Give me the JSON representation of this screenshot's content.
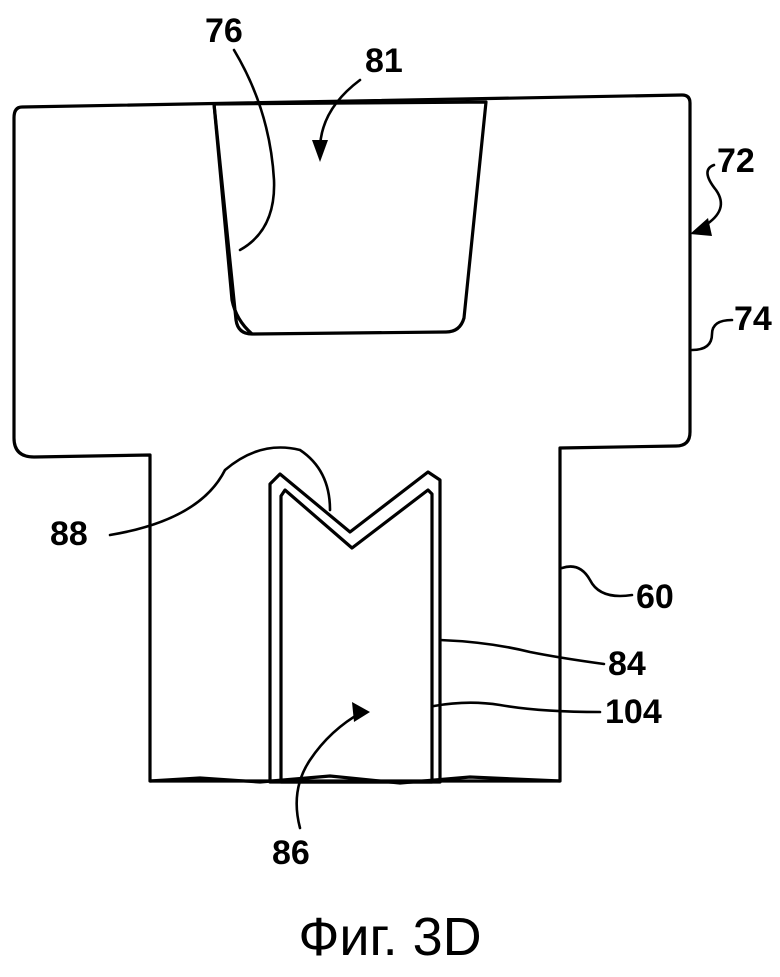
{
  "figure": {
    "caption": "Фиг. 3D",
    "reference_numerals": [
      {
        "id": "76",
        "text": "76"
      },
      {
        "id": "81",
        "text": "81"
      },
      {
        "id": "72",
        "text": "72"
      },
      {
        "id": "74",
        "text": "74"
      },
      {
        "id": "88",
        "text": "88"
      },
      {
        "id": "60",
        "text": "60"
      },
      {
        "id": "84",
        "text": "84"
      },
      {
        "id": "104",
        "text": "104"
      },
      {
        "id": "86",
        "text": "86"
      }
    ]
  }
}
